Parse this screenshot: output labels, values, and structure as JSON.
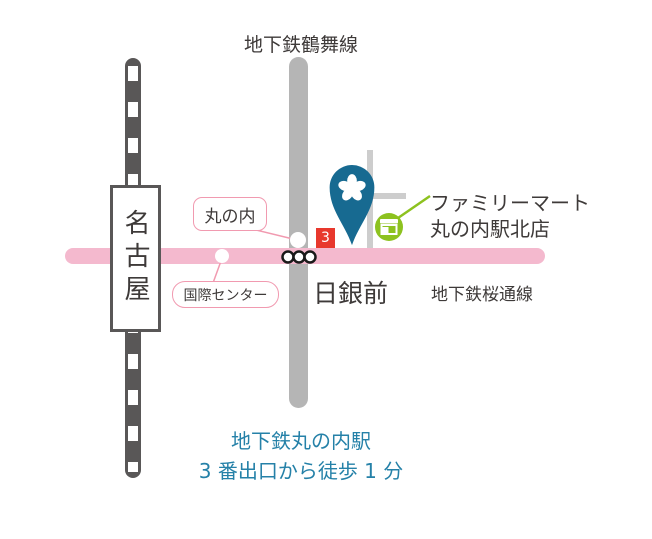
{
  "lines": {
    "tsurumai_label": "地下鉄鶴舞線",
    "sakuradori_label": "地下鉄桜通線"
  },
  "stations": {
    "nagoya": "名古屋",
    "marunouchi": "丸の内",
    "kokusai_center": "国際センター",
    "nichigin_mae": "日銀前"
  },
  "exit_badge": "3",
  "store": {
    "name_line1": "ファミリーマート",
    "name_line2": "丸の内駅北店"
  },
  "access_note": {
    "line1": "地下鉄丸の内駅",
    "line2": "3 番出口から徒歩 1 分"
  },
  "icons": {
    "destination_pin": "sakura-flower-map-pin-icon",
    "store_marker": "convenience-store-icon",
    "transfer_symbol": "triple-circle-transfer-icon"
  },
  "colors": {
    "pin_teal": "#176a91",
    "store_green": "#8dc21f",
    "exit_red": "#e8382d",
    "line_pink": "#f4b9ce",
    "label_pink_border": "#f19ab0",
    "subway_gray": "#b5b5b5",
    "rail_dark": "#595757",
    "street_gray": "#cdcdcd",
    "note_blue": "#2581a8",
    "text_dark": "#3e3a39"
  }
}
